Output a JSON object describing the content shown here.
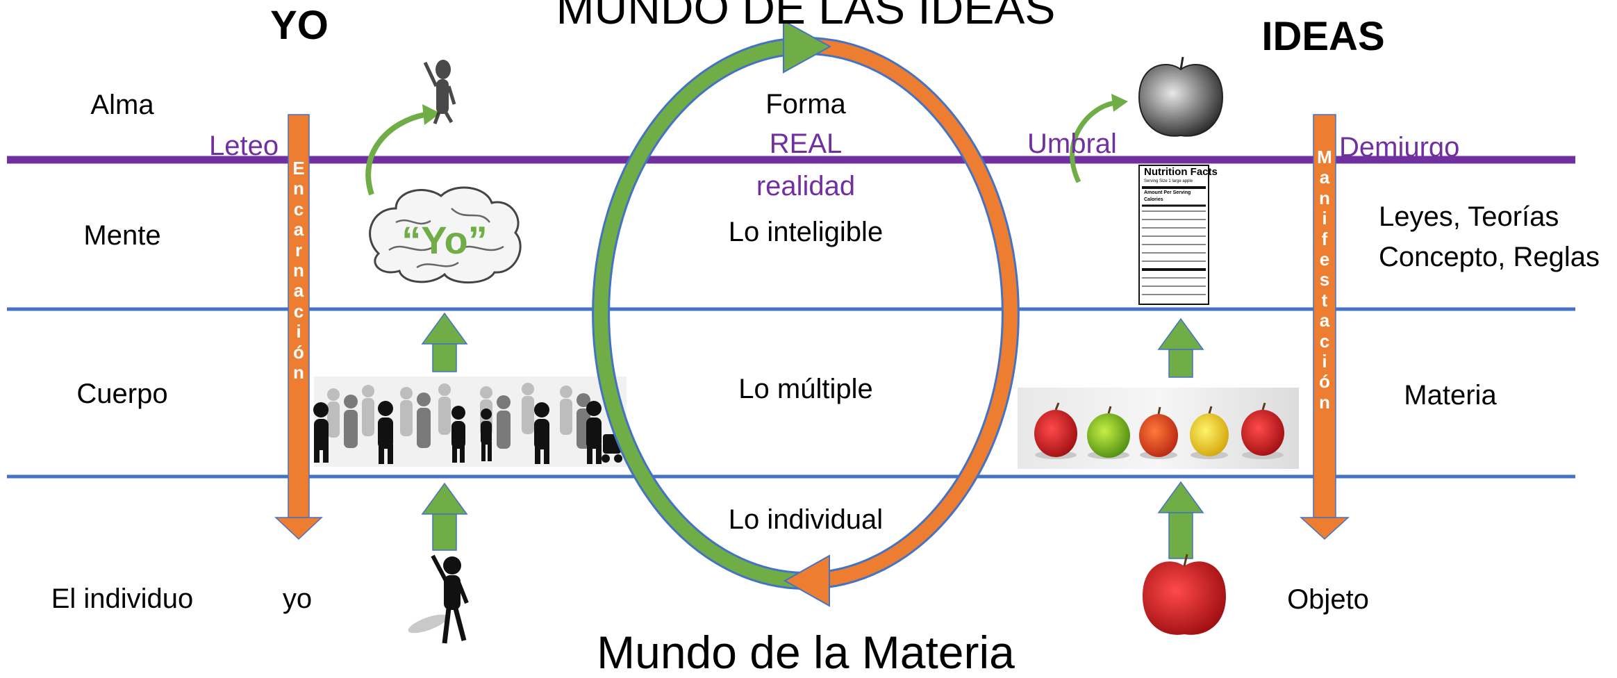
{
  "titles": {
    "top": "MUNDO DE LAS IDEAS",
    "bottom": "Mundo de la Materia",
    "left": "YO",
    "right": "IDEAS"
  },
  "left_levels": {
    "alma": "Alma",
    "mente": "Mente",
    "cuerpo": "Cuerpo",
    "individuo": "El individuo",
    "yo": "yo"
  },
  "center_labels": {
    "forma": "Forma",
    "real": "REAL",
    "realidad": "realidad",
    "inteligible": "Lo inteligible",
    "multiple": "Lo múltiple",
    "individual": "Lo individual"
  },
  "right_levels": {
    "leyes": "Leyes, Teorías",
    "concepto": "Concepto, Reglas",
    "materia": "Materia",
    "objeto": "Objeto"
  },
  "line_labels": {
    "leteo": "Leteo",
    "umbral": "Umbral",
    "demiurgo": "Demiurgo"
  },
  "arrows": {
    "left_vertical": "Encarnación",
    "right_vertical": "Manifestación"
  },
  "brain_label": "“Yo”",
  "nutrition": {
    "title": "Nutrition Facts",
    "serving": "Serving Size 1 large apple",
    "amount": "Amount Per Serving",
    "calories": "Calories"
  },
  "colors": {
    "purple": "#7030a0",
    "blue": "#4472c4",
    "orange": "#ed7d31",
    "green": "#70ad47"
  }
}
